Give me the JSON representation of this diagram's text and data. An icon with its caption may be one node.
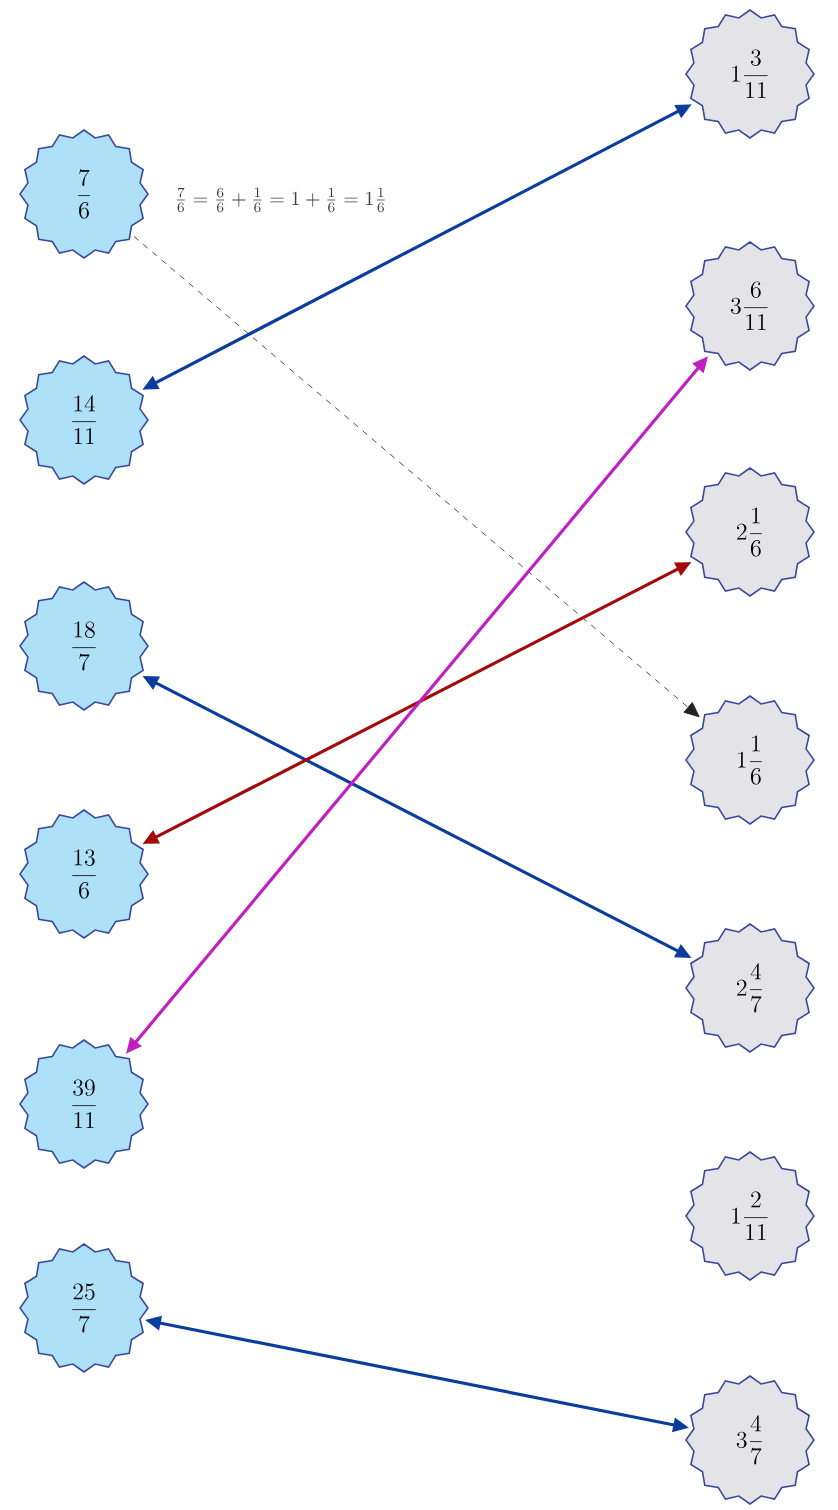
{
  "diagram": {
    "nodes": [
      {
        "text": [
          "\\frac{7}{6}"
        ]
      },
      {
        "text": [
          "\\frac{14}{11}"
        ]
      },
      {
        "text": [
          "\\frac{18}{7}"
        ]
      },
      {
        "text": [
          "\\frac{13}{6}"
        ]
      },
      {
        "text": [
          "\\frac{39}{11}"
        ]
      },
      {
        "text": [
          "\\frac{25}{7}"
        ]
      },
      {
        "text": [
          "1\\frac{3}{11}"
        ]
      },
      {
        "text": [
          "3\\frac{6}{11}"
        ]
      },
      {
        "text": [
          "2\\frac{1}{6}"
        ]
      },
      {
        "text": [
          "1\\frac{1}{6}"
        ]
      },
      {
        "text": [
          "2\\frac{4}{7}"
        ]
      },
      {
        "text": [
          "1\\frac{2}{11}"
        ]
      },
      {
        "text": [
          "3\\frac{4}{7}"
        ]
      }
    ],
    "edges": [
      {
        "from": 1,
        "to": 6,
        "arrow": "both"
      },
      {
        "from": 0,
        "to": 9,
        "arrow": "to",
        "style": "dashed",
        "color": "#222222"
      },
      {
        "from": 2,
        "to": 10,
        "arrow": "both"
      },
      {
        "from": 3,
        "to": 8,
        "arrow": "both",
        "color": "#a30a0a"
      },
      {
        "from": 4,
        "to": 7,
        "arrow": "both",
        "color": "#c020c0"
      },
      {
        "from": 5,
        "to": 12,
        "arrow": "both"
      }
    ],
    "labels": [
      "\\frac{7}{6}=\\frac{6}{6}+\\frac{1}{6}=1+\\frac{1}{6}=1\\frac{1}{6}"
    ]
  }
}
